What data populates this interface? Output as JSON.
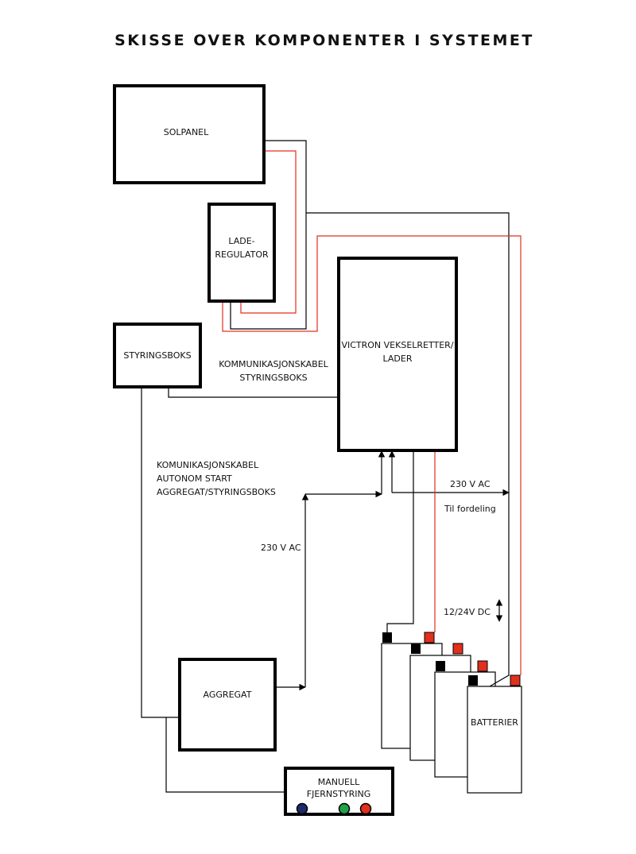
{
  "title": "SKISSE OVER KOMPONENTER I SYSTEMET",
  "components": {
    "solpanel": "SOLPANEL",
    "laderegulator_line1": "LADE-",
    "laderegulator_line2": "REGULATOR",
    "styringsboks": "STYRINGSBOKS",
    "victron_line1": "VICTRON VEKSELRETTER/",
    "victron_line2": "LADER",
    "aggregat": "AGGREGAT",
    "fjernstyring_line1": "MANUELL",
    "fjernstyring_line2": "FJERNSTYRING",
    "batterier": "BATTERIER"
  },
  "annotations": {
    "komm_styringsboks_line1": "KOMMUNIKASJONSKABEL",
    "komm_styringsboks_line2": "STYRINGSBOKS",
    "komm_autonom_line1": "KOMUNIKASJONSKABEL",
    "komm_autonom_line2": "AUTONOM START",
    "komm_autonom_line3": "AGGREGAT/STYRINGSBOKS",
    "ac_230_left": "230 V AC",
    "ac_230_right": "230 V AC",
    "til_fordeling": "Til fordeling",
    "dc_12_24": "12/24V DC"
  },
  "colors": {
    "positive_wire": "#e0301e",
    "negative_wire": "#000000",
    "remote_button_1": "#1f2a6b",
    "remote_button_2": "#1fa34a",
    "remote_button_3": "#e0301e"
  }
}
